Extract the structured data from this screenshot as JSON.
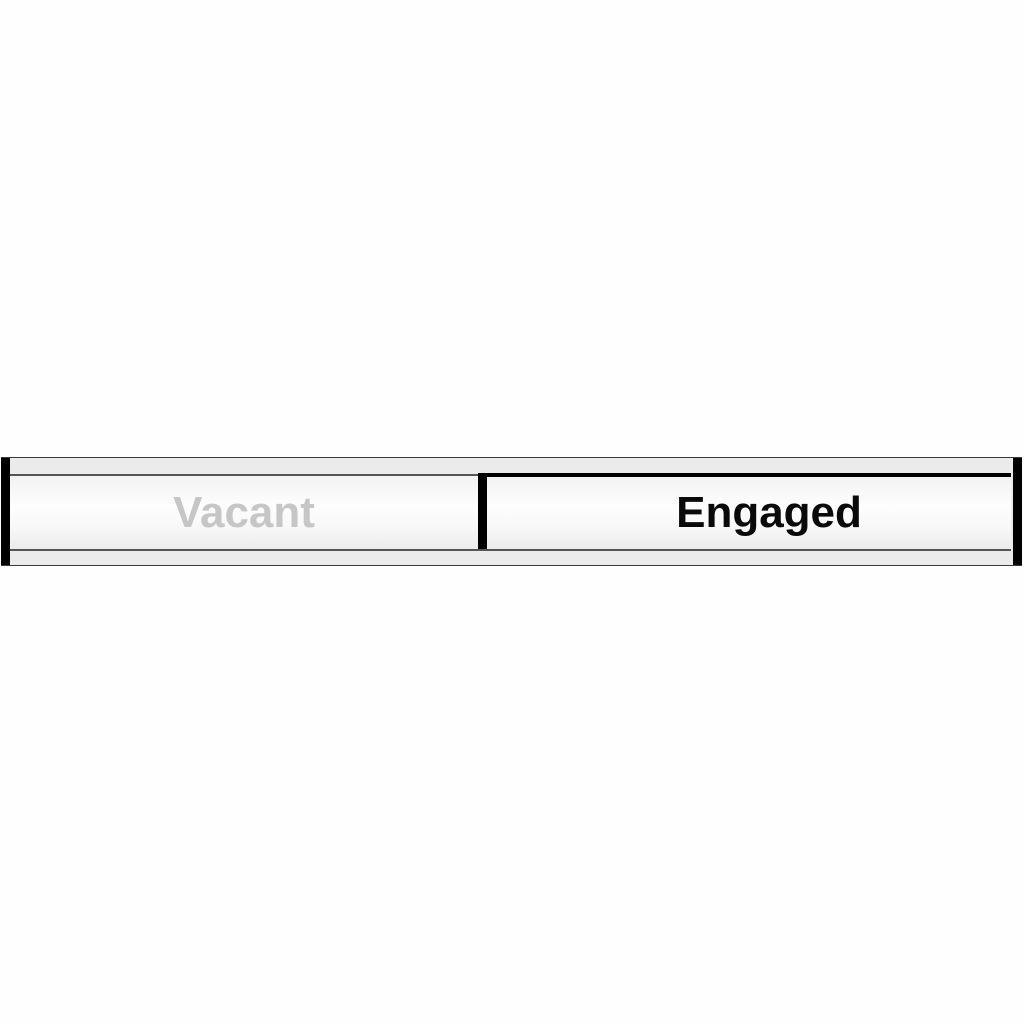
{
  "sign": {
    "left_label": "Vacant",
    "right_label": "Engaged",
    "active": "Engaged",
    "colors": {
      "inactive_text": "#c6c6c6",
      "active_text": "#0a0a0a",
      "frame": "#000000",
      "background": "#ebebeb"
    }
  }
}
